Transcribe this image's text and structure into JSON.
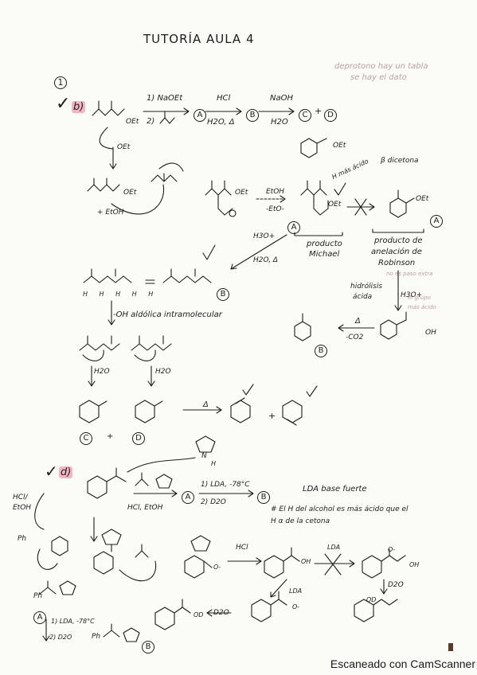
{
  "title": "TUTORÍA AULA 4",
  "faint_note": [
    "deprotono hay un tabla",
    "se hay el dato"
  ],
  "problem_number": "1",
  "part_b": {
    "label": "b)",
    "reagent1": [
      "1) NaOEt",
      "2)"
    ],
    "reagent2": [
      "HCl",
      "H2O, Δ"
    ],
    "reagent3": [
      "NaOH",
      "H2O"
    ],
    "products": [
      "A",
      "B",
      "C",
      "D"
    ],
    "oet": "OEt",
    "etoh": "+ EtOH",
    "step_reagents": [
      "EtOH",
      "-EtO-"
    ],
    "note_h_mas_acido": "H más ácido",
    "note_dicetona": "β dicetona",
    "producto_michael": [
      "producto",
      "Michael"
    ],
    "producto_robinson": [
      "producto de",
      "anelación de",
      "Robinson"
    ],
    "robinson_note": [
      "no es paso extra",
      "el grupo",
      "más ácido"
    ],
    "h3o": "H3O+",
    "h2o_delta": "H2O, Δ",
    "hidrolisis": [
      "hidrólisis",
      "ácida"
    ],
    "decarb": [
      "Δ",
      "-CO2"
    ],
    "oh_label": "OH",
    "aldol": "-OH  aldólica intramolecular",
    "h2o": "H2O",
    "hh_row": "H H H H H",
    "final_c": "C",
    "final_d": "D",
    "delta": "Δ",
    "b_circle": "B",
    "plus": "+"
  },
  "part_d": {
    "label": "d)",
    "reagents_step1": "HCl, EtOH",
    "hcl_etoh_side": [
      "HCl/",
      "EtOH"
    ],
    "reagents_step2": [
      "1) LDA, -78°C",
      "2) D2O"
    ],
    "lda_note": "LDA base fuerte",
    "alcohol_note": [
      "# El H del alcohol es más ácido que el",
      "H α de la cetona"
    ],
    "hcl": "HCl",
    "lda": "LDA",
    "d2o": "D2O",
    "ph": "Ph",
    "final_reagents": [
      "1) LDA, -78°C",
      "2) D2O"
    ],
    "o_minus": "O-",
    "od": "OD",
    "oh": "OH",
    "n_label": "N",
    "h_label": "H",
    "a_circle": "A",
    "b_circle": "B"
  },
  "footer": "Escaneado con CamScanner"
}
